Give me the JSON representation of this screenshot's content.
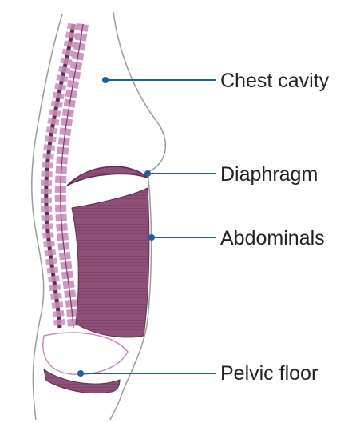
{
  "labels": {
    "chest": "Chest cavity",
    "diaphragm": "Diaphragm",
    "abdominals": "Abdominals",
    "pelvic": "Pelvic floor"
  },
  "colors": {
    "muscle": "#8e4f78",
    "muscle_dark": "#5e2d4f",
    "vertebra": "#c98dbb",
    "outline": "#9a9a9a",
    "leader": "#1f5fa0",
    "text": "#222222"
  },
  "icons": {
    "leader_marker": "dot"
  }
}
